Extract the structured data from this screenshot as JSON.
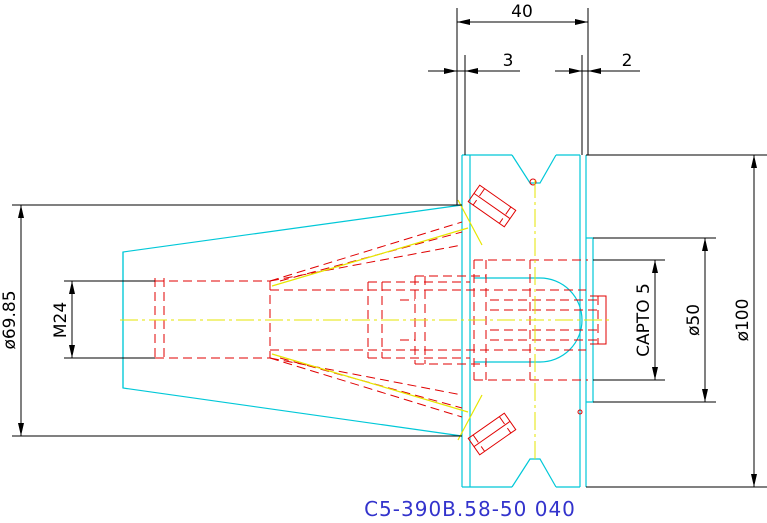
{
  "drawing": {
    "part_number": "C5-390B.58-50 040",
    "dimensions": {
      "overall_length": "40",
      "left_offset": "3",
      "right_offset": "2",
      "taper_diameter": "ø69.85",
      "thread": "M24",
      "coupling": "CAPTO 5",
      "bore_diameter": "ø50",
      "flange_diameter": "ø100"
    }
  },
  "colors": {
    "outline": "#00c8d8",
    "hidden": "#e00000",
    "centerline": "#e6e600",
    "dimension": "#000000",
    "title": "#3333cc"
  }
}
